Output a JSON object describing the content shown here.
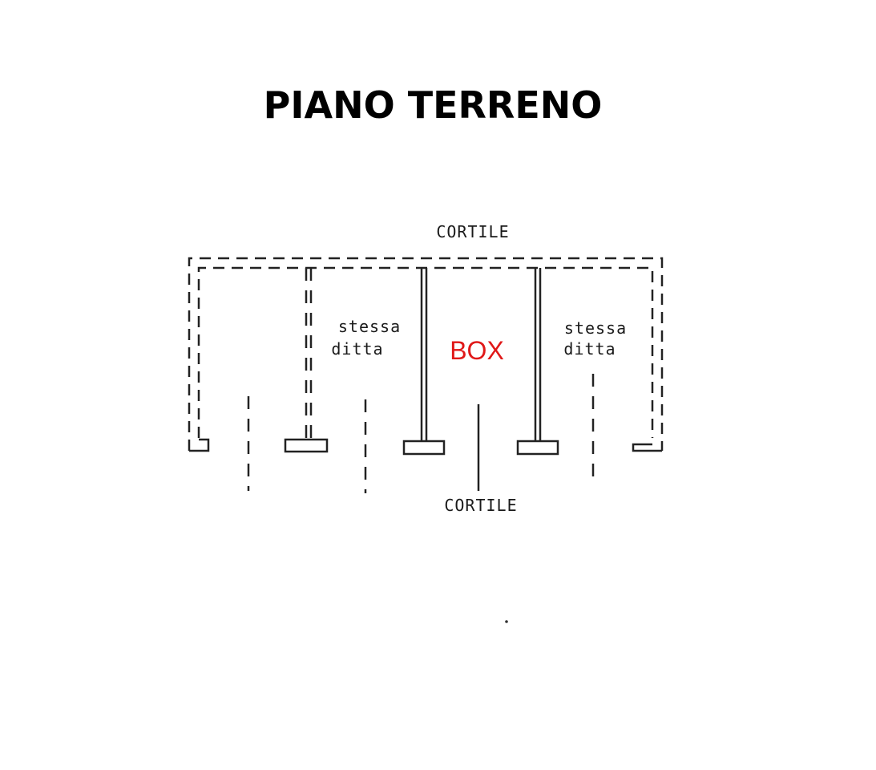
{
  "title": "PIANO TERRENO",
  "labels": {
    "courtyard_top": "CORTILE",
    "courtyard_bottom": "CORTILE",
    "left_unit_line1": "stessa",
    "left_unit_line2": "ditta",
    "right_unit_line1": "stessa",
    "right_unit_line2": "ditta",
    "box": "BOX"
  },
  "colors": {
    "box_label": "#e01818",
    "lines": "#222222"
  }
}
